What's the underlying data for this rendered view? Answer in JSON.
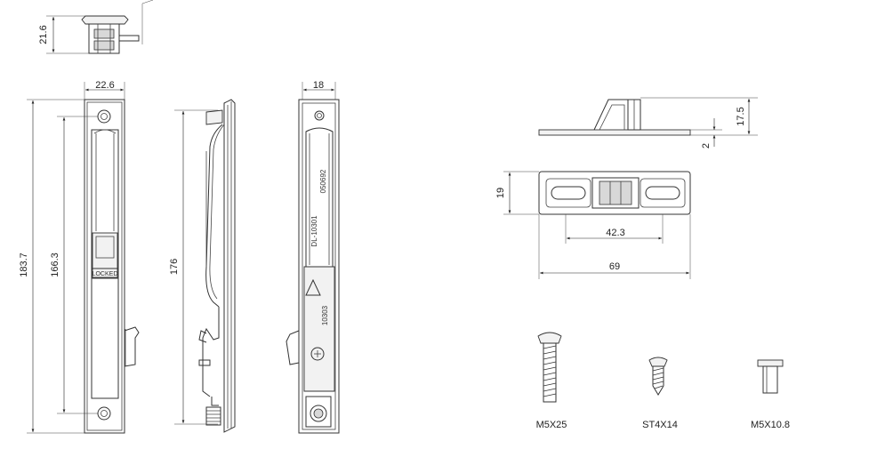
{
  "dimensions": {
    "top_height": "21.6",
    "front_width": "22.6",
    "front_height": "183.7",
    "front_hole_spacing": "166.3",
    "side_height": "176",
    "back_width": "18",
    "keeper_height": "17.5",
    "keeper_plate_thickness": "2",
    "keeper_width": "19",
    "keeper_slot_spacing": "42.3",
    "keeper_length": "69"
  },
  "part_markings": {
    "locked_label": "LOCKED",
    "model_code_1": "DL-10301",
    "model_code_2": "050692",
    "latch_code": "10303"
  },
  "screws": [
    {
      "label": "M5X25"
    },
    {
      "label": "ST4X14"
    },
    {
      "label": "M5X10.8"
    }
  ]
}
